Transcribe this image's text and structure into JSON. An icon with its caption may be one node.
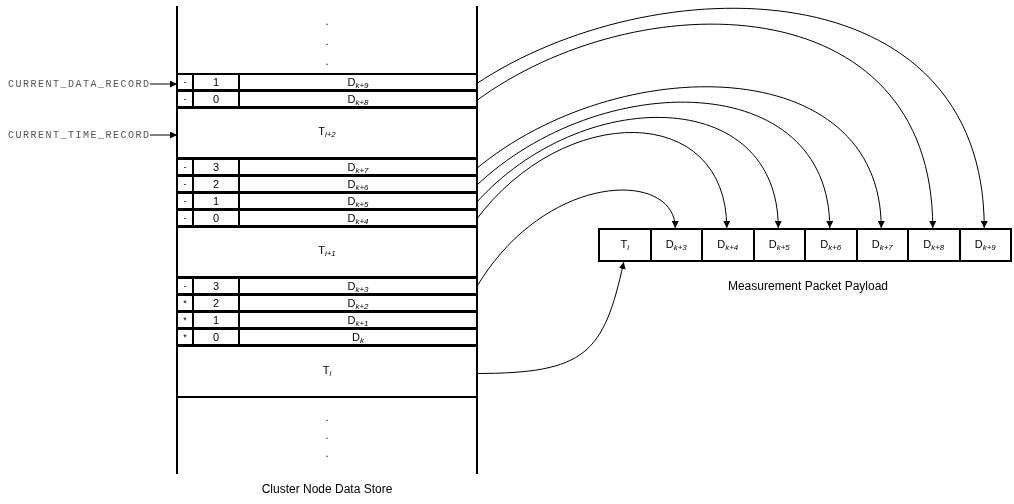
{
  "diagram": {
    "nodes": [
      {
        "text": [
          "CURRENT_DATA_RECORD"
        ]
      },
      {
        "text": [
          "CURRENT_TIME_RECORD"
        ]
      },
      {
        "text": [],
        "shape": "box",
        "beside": [
          "Cluster Node Data Store"
        ]
      },
      {
        "text": [
          "-",
          "1",
          "D$_{k+9}$"
        ],
        "in": 2
      },
      {
        "text": [
          "-",
          "0",
          "D$_{k+8}$"
        ],
        "in": 2
      },
      {
        "text": [
          "T$_{i+2}$"
        ],
        "in": 2
      },
      {
        "text": [
          "-",
          "3",
          "D$_{k+7}$"
        ],
        "in": 2
      },
      {
        "text": [
          "-",
          "2",
          "D$_{k+6}$"
        ],
        "in": 2
      },
      {
        "text": [
          "-",
          "1",
          "D$_{k+5}$"
        ],
        "in": 2
      },
      {
        "text": [
          "-",
          "0",
          "D$_{k+4}$"
        ],
        "in": 2
      },
      {
        "text": [
          "T$_{i+1}$"
        ],
        "in": 2
      },
      {
        "text": [
          "-",
          "3",
          "D$_{k+3}$"
        ],
        "in": 2
      },
      {
        "text": [
          "*",
          "2",
          "D$_{k+2}$"
        ],
        "in": 2
      },
      {
        "text": [
          "*",
          "1",
          "D$_{k+1}$"
        ],
        "in": 2
      },
      {
        "text": [
          "*",
          "0",
          "D$_{k}$"
        ],
        "in": 2
      },
      {
        "text": [
          "T$_{i}$"
        ],
        "in": 2
      },
      {
        "text": [],
        "shape": "box",
        "beside": [
          "Measurement Packet Payload"
        ]
      },
      {
        "text": [
          "T$_{i}$"
        ],
        "in": 16
      },
      {
        "text": [
          "D$_{k+3}$"
        ],
        "in": 16
      },
      {
        "text": [
          "D$_{k+4}$"
        ],
        "in": 16
      },
      {
        "text": [
          "D$_{k+5}$"
        ],
        "in": 16
      },
      {
        "text": [
          "D$_{k+6}$"
        ],
        "in": 16
      },
      {
        "text": [
          "D$_{k+7}$"
        ],
        "in": 16
      },
      {
        "text": [
          "D$_{k+8}$"
        ],
        "in": 16
      },
      {
        "text": [
          "D$_{k+9}$"
        ],
        "in": 16
      }
    ],
    "edges": [
      {
        "from": 0,
        "to": 3,
        "arrow": "to"
      },
      {
        "from": 1,
        "to": 5,
        "arrow": "to"
      },
      {
        "from": 3,
        "to": 24,
        "arrow": "to"
      },
      {
        "from": 4,
        "to": 23,
        "arrow": "to"
      },
      {
        "from": 6,
        "to": 22,
        "arrow": "to"
      },
      {
        "from": 7,
        "to": 21,
        "arrow": "to"
      },
      {
        "from": 8,
        "to": 20,
        "arrow": "to"
      },
      {
        "from": 9,
        "to": 19,
        "arrow": "to"
      },
      {
        "from": 11,
        "to": 18,
        "arrow": "to"
      },
      {
        "from": 15,
        "to": 17,
        "arrow": "to"
      }
    ],
    "labels": [
      ".",
      ".",
      ".",
      ".",
      ".",
      "."
    ]
  }
}
